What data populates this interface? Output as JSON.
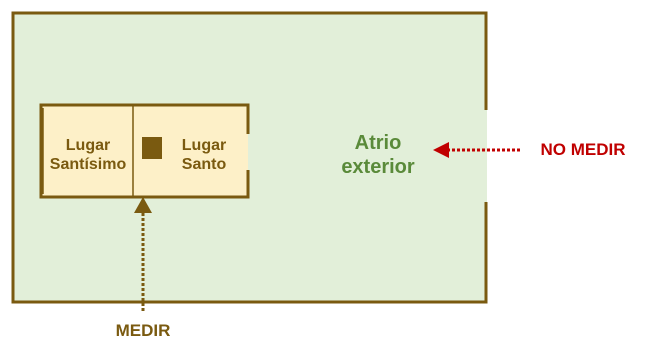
{
  "colors": {
    "court_fill": "#e2efd9",
    "sanctuary_fill": "#fdf0c8",
    "wall": "#7a5a10",
    "court_text": "#5a8a3a",
    "no_measure_arrow": "#c00000",
    "altar": "#7a5a10"
  },
  "labels": {
    "holy_of_holies_line1": "Lugar",
    "holy_of_holies_line2": "Santísimo",
    "holy_place_line1": "Lugar",
    "holy_place_line2": "Santo",
    "court_line1": "Atrio",
    "court_line2": "exterior",
    "no_measure": "NO MEDIR",
    "measure": "MEDIR"
  }
}
